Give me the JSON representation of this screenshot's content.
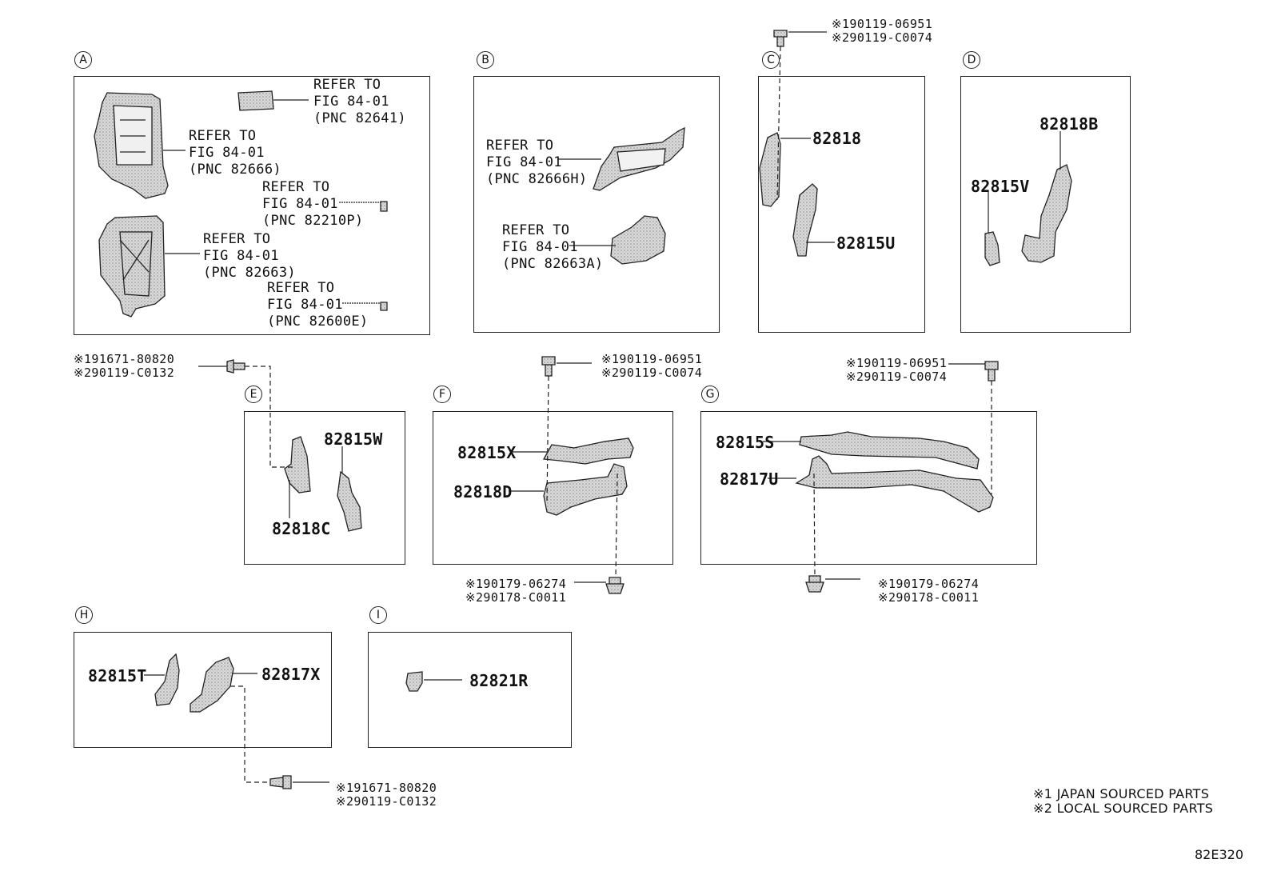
{
  "sections": {
    "A": {
      "badge": "A",
      "ref1": [
        "REFER TO",
        "FIG 84-01",
        "(PNC 82641)"
      ],
      "ref2": [
        "REFER TO",
        "FIG 84-01",
        "(PNC 82666)"
      ],
      "ref3": [
        "REFER TO",
        "FIG 84-01",
        "(PNC 82210P)"
      ],
      "ref4": [
        "REFER TO",
        "FIG 84-01",
        "(PNC 82663)"
      ],
      "ref5": [
        "REFER TO",
        "FIG 84-01",
        "(PNC 82600E)"
      ]
    },
    "B": {
      "badge": "B",
      "ref1": [
        "REFER TO",
        "FIG 84-01",
        "(PNC 82666H)"
      ],
      "ref2": [
        "REFER TO",
        "FIG 84-01",
        "(PNC 82663A)"
      ]
    },
    "C": {
      "badge": "C",
      "part1": "82818",
      "part2": "82815U",
      "note": [
        "※190119-06951",
        "※290119-C0074"
      ]
    },
    "D": {
      "badge": "D",
      "part1": "82818B",
      "part2": "82815V"
    },
    "E": {
      "badge": "E",
      "part1": "82815W",
      "part2": "82818C",
      "note": [
        "※191671-80820",
        "※290119-C0132"
      ]
    },
    "F": {
      "badge": "F",
      "part1": "82815X",
      "part2": "82818D",
      "note_top": [
        "※190119-06951",
        "※290119-C0074"
      ],
      "note_bottom": [
        "※190179-06274",
        "※290178-C0011"
      ]
    },
    "G": {
      "badge": "G",
      "part1": "82815S",
      "part2": "82817U",
      "note_top": [
        "※190119-06951",
        "※290119-C0074"
      ],
      "note_bottom": [
        "※190179-06274",
        "※290178-C0011"
      ]
    },
    "H": {
      "badge": "H",
      "part1": "82815T",
      "part2": "82817X",
      "note": [
        "※191671-80820",
        "※290119-C0132"
      ]
    },
    "I": {
      "badge": "I",
      "part1": "82821R"
    }
  },
  "legend": [
    "※1 JAPAN SOURCED PARTS",
    "※2 LOCAL SOURCED PARTS"
  ],
  "figure_code": "82E320"
}
